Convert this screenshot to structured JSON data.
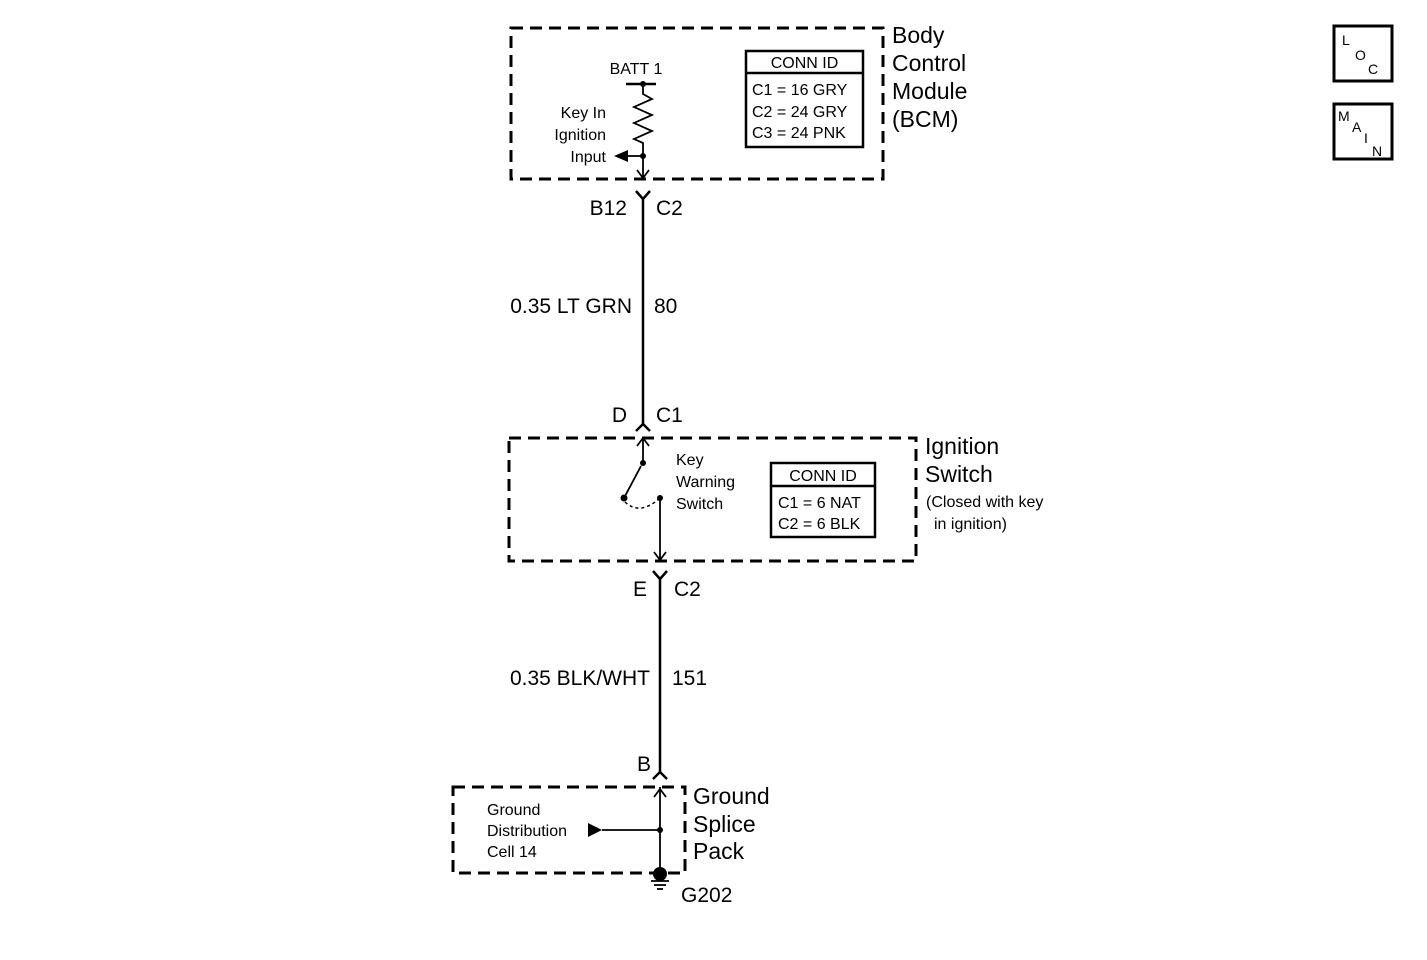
{
  "bcm": {
    "title_lines": [
      "Body",
      "Control",
      "Module",
      "(BCM)"
    ],
    "batt_label": "BATT 1",
    "input_lines": [
      "Key In",
      "Ignition",
      "Input"
    ],
    "conn_title": "CONN ID",
    "conn_rows": [
      "C1 = 16 GRY",
      "C2 = 24 GRY",
      "C3 = 24 PNK"
    ]
  },
  "connector_top": {
    "pin": "B12",
    "conn": "C2"
  },
  "wire_1": {
    "label": "0.35 LT GRN",
    "circuit": "80"
  },
  "connector_mid": {
    "pin": "D",
    "conn": "C1"
  },
  "ignition_switch": {
    "title_lines": [
      "Ignition",
      "Switch"
    ],
    "note_lines": [
      "(Closed with key",
      "in ignition)"
    ],
    "switch_lines": [
      "Key",
      "Warning",
      "Switch"
    ],
    "conn_title": "CONN ID",
    "conn_rows": [
      "C1 = 6 NAT",
      "C2 = 6 BLK"
    ]
  },
  "connector_low": {
    "pin": "E",
    "conn": "C2"
  },
  "wire_2": {
    "label": "0.35 BLK/WHT",
    "circuit": "151"
  },
  "connector_bottom": {
    "pin": "B"
  },
  "ground_splice": {
    "title_lines": [
      "Ground",
      "Splice",
      "Pack"
    ],
    "dist_lines": [
      "Ground",
      "Distribution",
      "Cell 14"
    ],
    "ground_label": "G202"
  },
  "nav": {
    "loc_letters": [
      "L",
      "O",
      "C"
    ],
    "main_letters": [
      "M",
      "A",
      "I",
      "N"
    ]
  }
}
